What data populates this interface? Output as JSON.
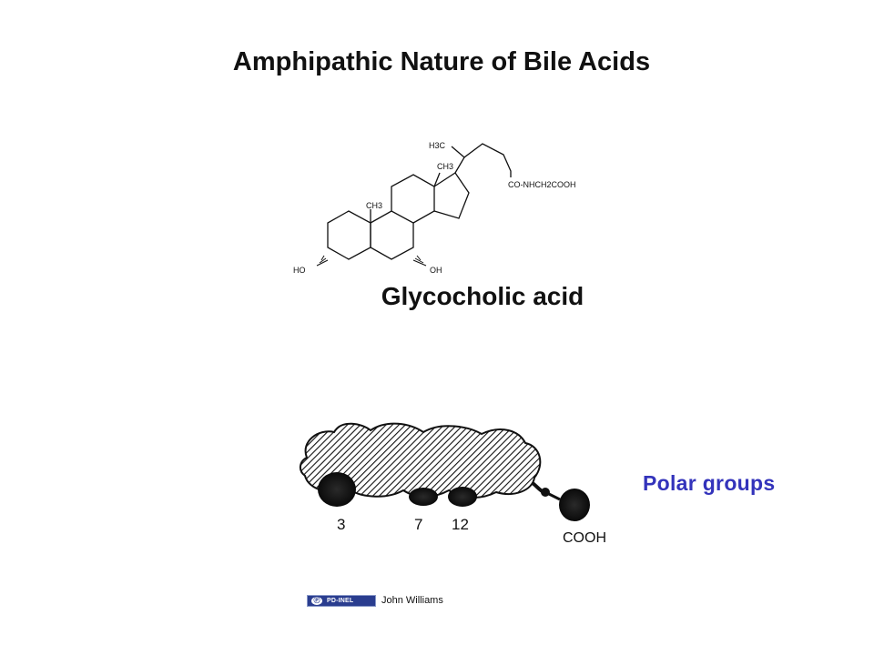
{
  "slide": {
    "title": "Amphipathic Nature of Bile Acids",
    "compound_name": "Glycocholic acid",
    "polar_groups_label": "Polar groups",
    "position_labels": [
      "3",
      "7",
      "12"
    ],
    "cooh_label": "COOH",
    "credit": {
      "badge_text": "PD-INEL",
      "author": "John Williams"
    }
  },
  "structure_labels": {
    "h3c": "H3C",
    "ch3_c18": "CH3",
    "ch3_c19": "CH3",
    "side_chain": "CO-NHCH2COOH",
    "ho": "HO",
    "oh": "OH"
  },
  "colors": {
    "title": "#111111",
    "polar_label": "#3333bb",
    "badge": "#2a3d8f"
  }
}
